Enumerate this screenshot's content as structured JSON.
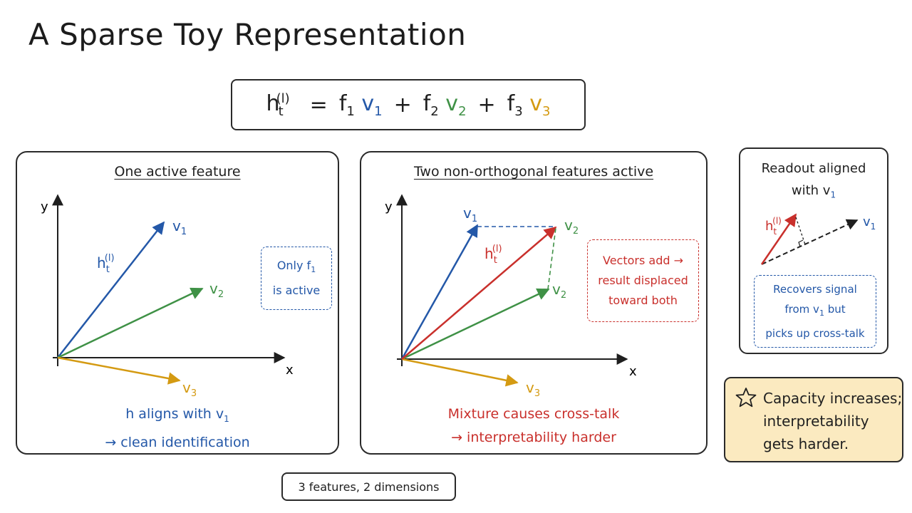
{
  "title": "A Sparse Toy Representation",
  "equation": {
    "lhs": "h",
    "lhs_sub": "t",
    "lhs_sup": "(l)",
    "equals": "=",
    "plus": "+",
    "terms": [
      {
        "coef": "f",
        "coef_sub": "1",
        "vec": "v",
        "vec_sub": "1",
        "color": "#2458a8"
      },
      {
        "coef": "f",
        "coef_sub": "2",
        "vec": "v",
        "vec_sub": "2",
        "color": "#3f9146"
      },
      {
        "coef": "f",
        "coef_sub": "3",
        "vec": "v",
        "vec_sub": "3",
        "color": "#d49a12"
      }
    ]
  },
  "panel1": {
    "title": "One active feature",
    "axis_x": "x",
    "axis_y": "y",
    "h_label": "h",
    "h_sub": "t",
    "h_sup": "(l)",
    "v1": "v",
    "v1_sub": "1",
    "v2": "v",
    "v2_sub": "2",
    "v3": "v",
    "v3_sub": "3",
    "note_line1_prefix": "Only f",
    "note_line1_sub": "1",
    "note_line2": "is active",
    "caption_line1_prefix": "h aligns with v",
    "caption_line1_sub": "1",
    "caption_line2": "→ clean identification"
  },
  "panel2": {
    "title": "Two non-orthogonal features active",
    "axis_x": "x",
    "axis_y": "y",
    "h_label": "h",
    "h_sub": "t",
    "h_sup": "(l)",
    "v1": "v",
    "v1_sub": "1",
    "v2": "v",
    "v2_sub": "2",
    "v3": "v",
    "v3_sub": "3",
    "note_line1": "Vectors add →",
    "note_line2": "result displaced",
    "note_line3": "toward both",
    "caption_line1": "Mixture causes cross-talk",
    "caption_line2": "→ interpretability harder"
  },
  "panel3": {
    "title_line1": "Readout aligned",
    "title_line2_prefix": "with v",
    "title_line2_sub": "1",
    "h_label": "h",
    "h_sub": "t",
    "h_sup": "(l)",
    "v1": "v",
    "v1_sub": "1",
    "note_line1": "Recovers signal",
    "note_line2_prefix": "from v",
    "note_line2_sub": "1",
    "note_line2_suffix": " but",
    "note_line3": "picks up cross-talk"
  },
  "callout": {
    "icon": "star-icon",
    "line1": "Capacity increases;",
    "line2": "interpretability",
    "line3": "gets harder."
  },
  "footer": "3 features, 2 dimensions",
  "colors": {
    "blue": "#2458a8",
    "green": "#3f9146",
    "gold": "#d49a12",
    "red": "#c9302c",
    "callout_bg": "#fbeac0"
  }
}
